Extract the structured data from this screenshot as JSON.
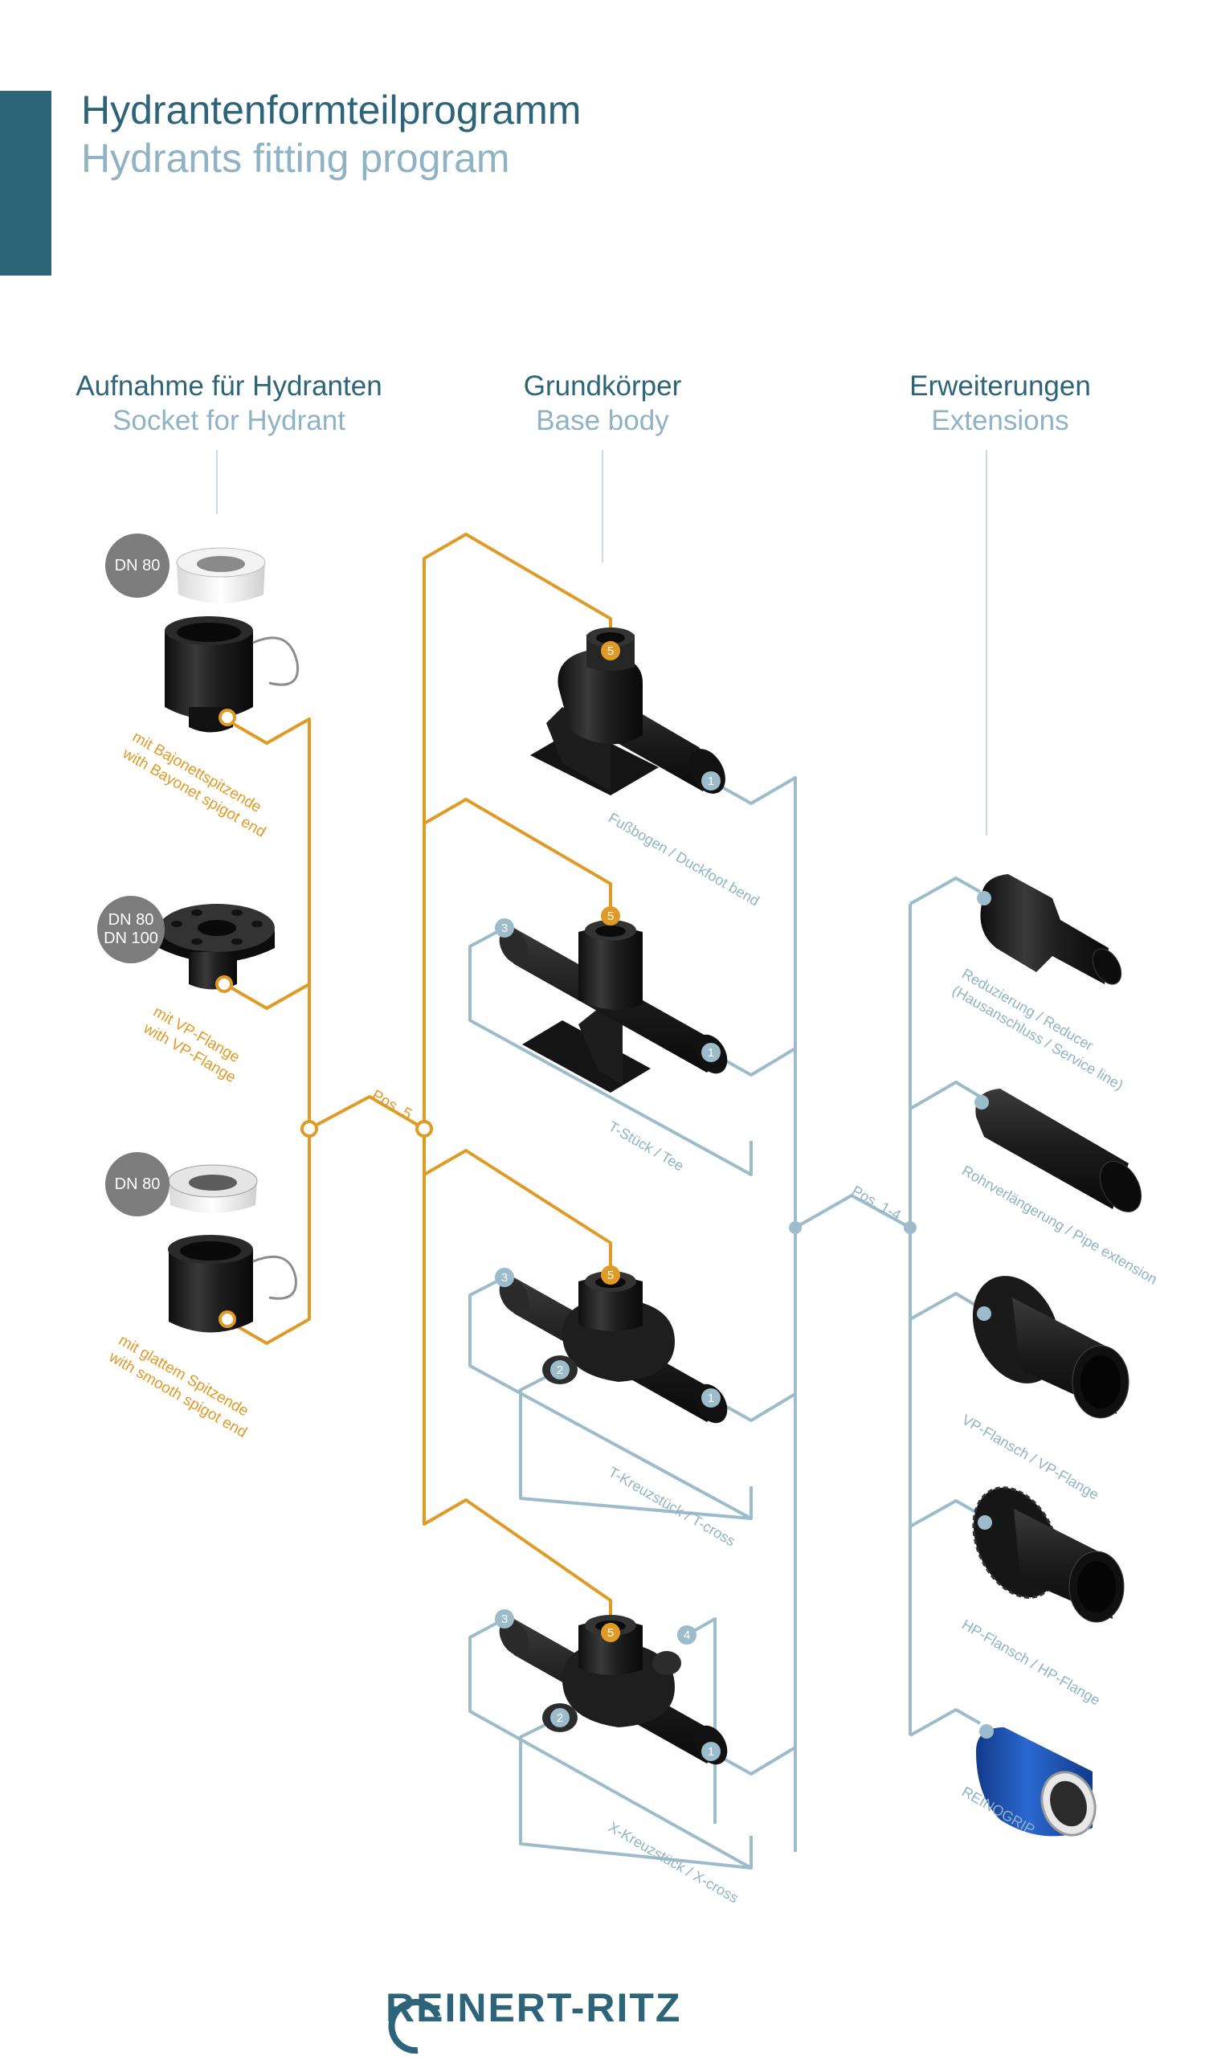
{
  "header": {
    "title_de": "Hydrantenformteilprogramm",
    "title_en": "Hydrants fitting program"
  },
  "columns": {
    "socket": {
      "de": "Aufnahme für Hydranten",
      "en": "Socket for Hydrant"
    },
    "body": {
      "de": "Grundkörper",
      "en": "Base body"
    },
    "extensions": {
      "de": "Erweiterungen",
      "en": "Extensions"
    }
  },
  "sockets": [
    {
      "badge": [
        "DN 80"
      ],
      "label_de": "mit Bajonettspitzende",
      "label_en": "with Bayonet spigot end"
    },
    {
      "badge": [
        "DN 80",
        "DN 100"
      ],
      "label_de": "mit VP-Flange",
      "label_en": "with VP-Flange"
    },
    {
      "badge": [
        "DN 80"
      ],
      "label_de": "mit glattem Spitzende",
      "label_en": "with smooth spigot end"
    }
  ],
  "base_bodies": [
    {
      "label": "Fußbogen / Duckfoot bend",
      "ports": [
        "5",
        "1"
      ]
    },
    {
      "label": "T-Stück / Tee",
      "ports": [
        "5",
        "3",
        "1"
      ]
    },
    {
      "label": "T-Kreuzstück / T-cross",
      "ports": [
        "5",
        "3",
        "2",
        "1"
      ]
    },
    {
      "label": "X-Kreuzstück / X-cross",
      "ports": [
        "5",
        "3",
        "4",
        "2",
        "1"
      ]
    }
  ],
  "extensions": [
    {
      "label_line1": "Reduzierung / Reducer",
      "label_line2": "(Hausanschluss / Service line)"
    },
    {
      "label_line1": "Rohrverlängerung / Pipe extension"
    },
    {
      "label_line1": "VP-Flansch / VP-Flange"
    },
    {
      "label_line1": "HP-Flansch / HP-Flange"
    },
    {
      "label_line1": "REINOGRIP"
    }
  ],
  "connectors": {
    "left": "Pos. 5",
    "right": "Pos. 1-4"
  },
  "footer": {
    "logo": "REINERT-RITZ"
  },
  "colors": {
    "accent": "#2d6479",
    "accent_light": "#8fb3c4",
    "line_orange": "#e09a26",
    "line_blue": "#9cbccb",
    "part_black": "#1e1e1e",
    "reinogrip_blue": "#1f56b8",
    "badge_gray": "#7c7c7c"
  }
}
